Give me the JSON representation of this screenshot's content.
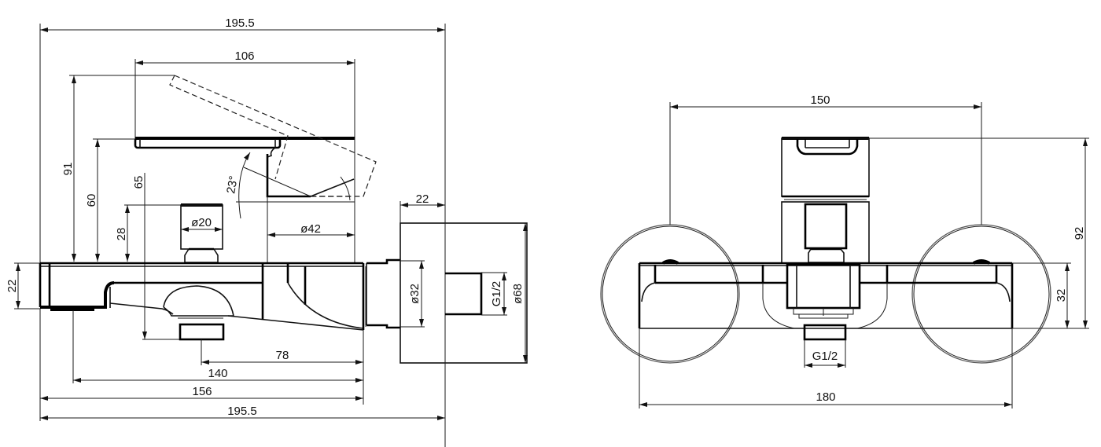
{
  "drawing": {
    "subject": "Bath mixer tap technical drawing",
    "units": "mm",
    "views": [
      {
        "name": "side-view",
        "dimensions": {
          "overall_width_top": "195.5",
          "lever_length": "106",
          "height_lever_raised": "91",
          "height_lever": "60",
          "height_cartridge_axis": "65",
          "height_diverter": "28",
          "body_height": "22",
          "diverter_diameter": "ø20",
          "cartridge_diameter": "ø42",
          "lever_angle": "23°",
          "escutcheon_depth": "22",
          "connector_diameter": "ø32",
          "thread": "G1/2",
          "escutcheon_diameter": "ø68",
          "outlet_offset": "78",
          "spout_reach": "140",
          "body_length": "156",
          "overall_width_bottom": "195.5"
        }
      },
      {
        "name": "front-view",
        "dimensions": {
          "centres": "150",
          "total_height": "92",
          "body_height": "32",
          "outlet_thread": "G1/2",
          "body_width": "180"
        }
      }
    ]
  }
}
